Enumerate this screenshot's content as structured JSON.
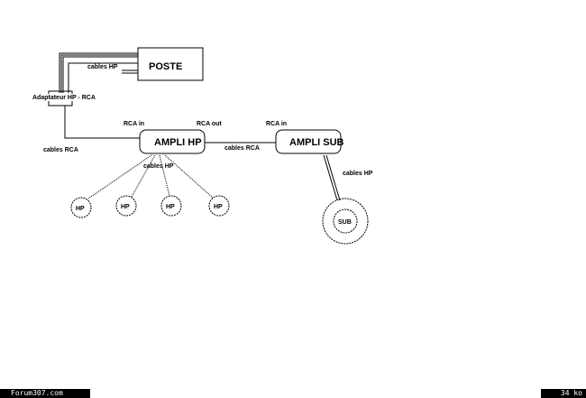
{
  "diagram": {
    "poste": "POSTE",
    "cables_hp_top": "cables HP",
    "adapter": "Adaptateur HP - RCA",
    "cables_rca_left": "cables RCA",
    "ampli_hp": "AMPLI HP",
    "rca_in_hp": "RCA in",
    "rca_out_hp": "RCA out",
    "cables_rca_mid": "cables RCA",
    "ampli_sub": "AMPLI SUB",
    "rca_in_sub": "RCA in",
    "cables_hp_amp": "cables HP",
    "cables_hp_sub": "cables HP",
    "speakers": [
      "HP",
      "HP",
      "HP",
      "HP"
    ],
    "sub": "SUB"
  },
  "footer": {
    "site": "Forum307.com",
    "size": "34 ko"
  }
}
